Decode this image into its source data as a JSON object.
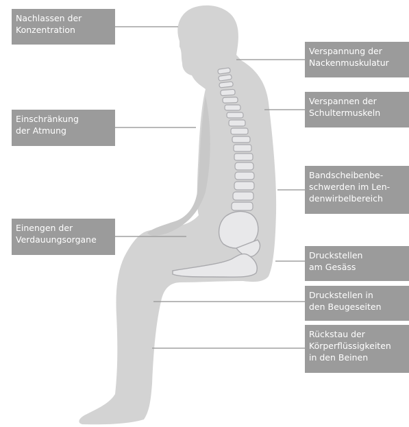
{
  "colors": {
    "label_background": "#9b9b9b",
    "label_text": "#ffffff",
    "body_silhouette": "#d3d3d3",
    "spine_fill": "#e8e8ea",
    "spine_outline": "#a9a9ad",
    "leader_line": "#a0a0a0"
  },
  "labels": [
    {
      "id": "concentration",
      "text": "Nachlassen der\nKonzentration"
    },
    {
      "id": "neck",
      "text": "Verspannung der\nNackenmuskulatur"
    },
    {
      "id": "shoulders",
      "text": "Verspannen der\nSchultermuskeln"
    },
    {
      "id": "breathing",
      "text": "Einschränkung\nder Atmung"
    },
    {
      "id": "discs",
      "text": "Bandscheibenbe-\nschwerden im Len-\ndenwirbelbereich"
    },
    {
      "id": "digestion",
      "text": "Einengen der\nVerdauungsorgane"
    },
    {
      "id": "buttocks",
      "text": "Druckstellen\nam Gesäss"
    },
    {
      "id": "knee-bends",
      "text": "Druckstellen in\nden Beugeseiten"
    },
    {
      "id": "fluid-retention",
      "text": "Rückstau der\nKörperflüssigkeiten\nin den Beinen"
    }
  ]
}
